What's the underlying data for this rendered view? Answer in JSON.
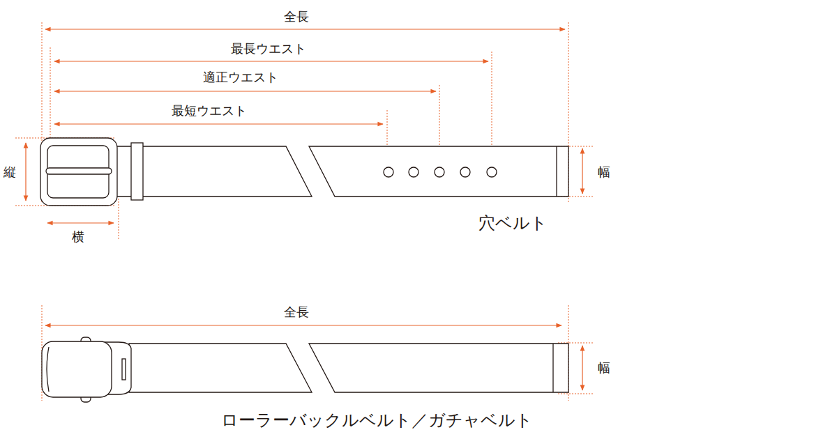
{
  "diagram": {
    "labels": [
      "全長",
      "最長ウエスト",
      "適正ウエスト",
      "最短ウエスト",
      "縦",
      "幅",
      "横",
      "穴ベルト",
      "全長",
      "幅",
      "ローラーバックルベルト／ガチャベルト"
    ]
  }
}
